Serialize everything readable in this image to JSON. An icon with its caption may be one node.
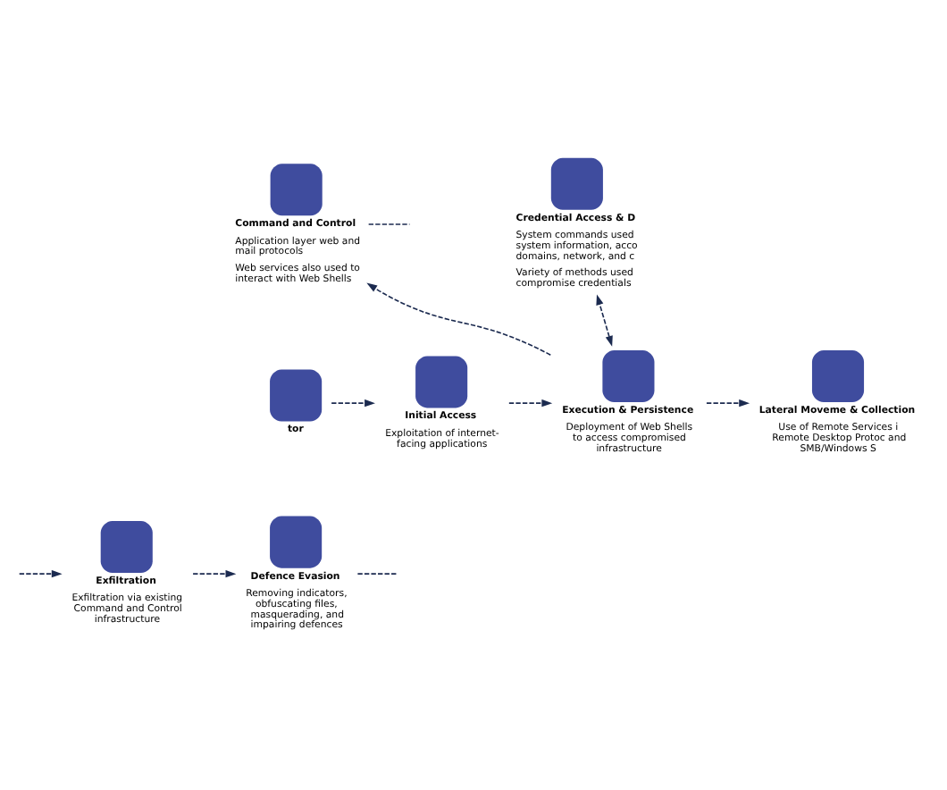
{
  "diagram": {
    "nodes": [
      {
        "text": [
          "Command and Control",
          "Application layer web and mail protocols",
          "Web services also used to interact with Web Shells"
        ]
      },
      {
        "text": [
          "Credential Access & D",
          "System commands used system information, acco domains, network, and c",
          "Variety of methods used compromise credentials"
        ]
      },
      {
        "text": [
          "tor"
        ]
      },
      {
        "text": [
          "Initial Access",
          "Exploitation of internet-facing applications"
        ]
      },
      {
        "text": [
          "Execution & Persistence",
          "Deployment of Web Shells to access compromised infrastructure"
        ]
      },
      {
        "text": [
          "Lateral Moveme & Collection",
          "Use of Remote Services i Remote Desktop Protoc and SMB/Windows S"
        ]
      },
      {
        "text": [
          "Defence Evasion",
          "Removing indicators, obfuscating files, masquerading, and impairing defences"
        ]
      },
      {
        "text": [
          "Exfiltration",
          "Exfiltration via existing Command and Control infrastructure"
        ]
      }
    ],
    "edges": [
      {
        "from": 0,
        "to": null,
        "arrow": "none"
      },
      {
        "from": 4,
        "to": 0,
        "arrow": "to"
      },
      {
        "from": 4,
        "to": 1,
        "arrow": "both"
      },
      {
        "from": 2,
        "to": 3,
        "arrow": "to"
      },
      {
        "from": 3,
        "to": 4,
        "arrow": "to"
      },
      {
        "from": 4,
        "to": 5,
        "arrow": "to"
      },
      {
        "from": null,
        "to": 7,
        "arrow": "to"
      },
      {
        "from": 7,
        "to": 6,
        "arrow": "to"
      },
      {
        "from": 6,
        "to": null,
        "arrow": "none"
      }
    ]
  }
}
